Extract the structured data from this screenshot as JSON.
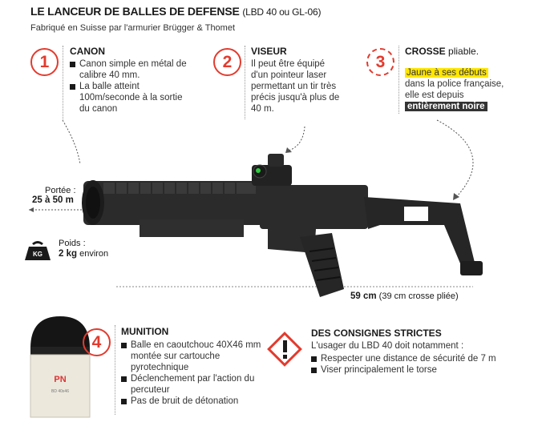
{
  "header": {
    "title": "LE LANCEUR DE BALLES DE DEFENSE",
    "title_suffix": "(LBD 40 ou GL-06)",
    "subtitle": "Fabriqué en Suisse par l'armurier Brügger & Thomet"
  },
  "sections": {
    "canon": {
      "number": "1",
      "heading": "CANON",
      "bullets": [
        "Canon simple en métal de calibre 40 mm.",
        "La balle atteint 100m/seconde à la sortie du canon"
      ]
    },
    "viseur": {
      "number": "2",
      "heading": "VISEUR",
      "text": "Il peut être équipé d'un pointeur laser permettant un tir très précis jusqu'à plus de 40 m."
    },
    "crosse": {
      "number": "3",
      "heading": "CROSSE",
      "heading_suffix": "pliable.",
      "highlight": "Jaune à ses débuts",
      "text": "dans la police française, elle est depuis",
      "dark": "entièrement noire"
    },
    "munition": {
      "number": "4",
      "heading": "MUNITION",
      "bullets": [
        "Balle en caoutchouc 40X46 mm montée sur cartouche pyrotechnique",
        "Déclenchement par l'action du percuteur",
        "Pas de bruit de détonation"
      ]
    },
    "consignes": {
      "heading": "DES CONSIGNES STRICTES",
      "intro": "L'usager du LBD 40 doit notamment :",
      "bullets": [
        "Respecter une distance de sécurité de 7 m",
        "Viser principalement le torse"
      ]
    }
  },
  "specs": {
    "portee_label": "Portée :",
    "portee_value": "25 à 50 m",
    "poids_label": "Poids :",
    "poids_value": "2 kg",
    "poids_suffix": "environ",
    "kg_badge": "KG",
    "length_value": "59 cm",
    "length_note": "(39 cm crosse pliée)"
  },
  "cartridge": {
    "label": "PN",
    "sublabel": "BD 40x46"
  },
  "colors": {
    "accent": "#e23b2e",
    "highlight": "#ffe600",
    "gun_body": "#2b2b2b"
  }
}
